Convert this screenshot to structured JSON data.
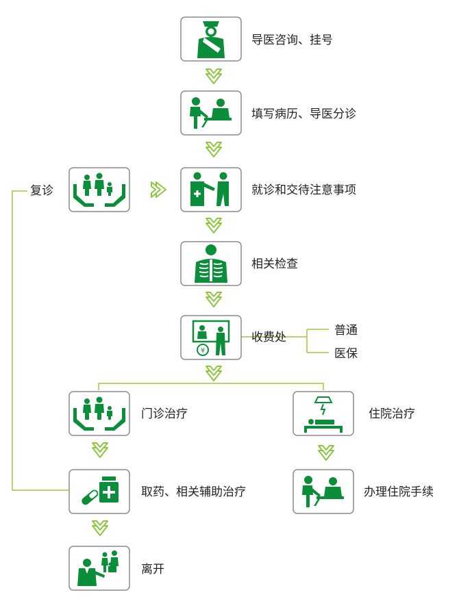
{
  "colors": {
    "icon_green": "#0b8e3a",
    "arrow_green": "#8cc63e",
    "line_green": "#9cc83c",
    "box_border": "#8c8c8c",
    "text": "#222222"
  },
  "steps": {
    "guide": {
      "label": "导医咨询、挂号",
      "icon": "nurse-icon"
    },
    "record": {
      "label": "填写病历、导医分诊",
      "icon": "consultation-icon"
    },
    "diagnose": {
      "label": "就诊和交待注意事项",
      "icon": "doctor-patient-icon"
    },
    "exam": {
      "label": "相关检查",
      "icon": "xray-chest-icon"
    },
    "cashier": {
      "label": "收费处",
      "icon": "cashier-icon"
    },
    "outpatient": {
      "label": "门诊治疗",
      "icon": "family-care-icon"
    },
    "inpatient": {
      "label": "住院治疗",
      "icon": "hospital-bed-icon"
    },
    "medicine": {
      "label": "取药、相关辅助治疗",
      "icon": "medicine-icon"
    },
    "admission": {
      "label": "办理住院手续",
      "icon": "consultation-icon"
    },
    "leave": {
      "label": "离开",
      "icon": "doctor-family-icon"
    },
    "revisit": {
      "label": "复诊",
      "icon": "family-care-icon"
    }
  },
  "payment_options": [
    "普通",
    "医保"
  ]
}
